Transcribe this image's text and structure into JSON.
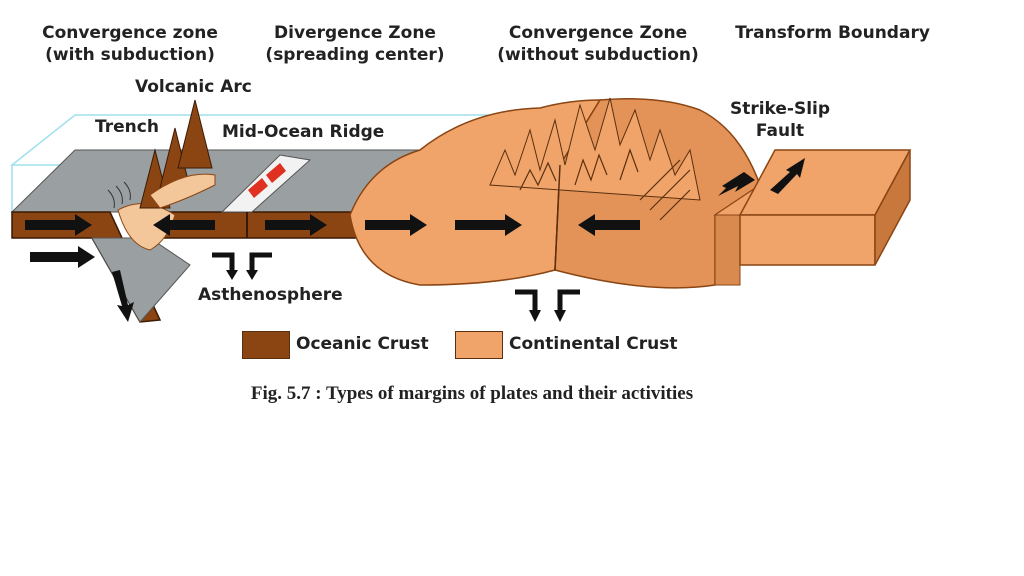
{
  "labels": {
    "convergence_sub_line1": "Convergence zone",
    "convergence_sub_line2": "(with subduction)",
    "divergence_line1": "Divergence Zone",
    "divergence_line2": "(spreading center)",
    "convergence_nosub_line1": "Convergence Zone",
    "convergence_nosub_line2": "(without subduction)",
    "transform": "Transform Boundary",
    "volcanic_arc": "Volcanic Arc",
    "trench": "Trench",
    "mid_ocean_ridge": "Mid-Ocean Ridge",
    "strike_slip_line1": "Strike-Slip",
    "strike_slip_line2": "Fault",
    "asthenosphere": "Asthenosphere"
  },
  "legend": [
    {
      "label": "Oceanic Crust",
      "color": "#8b4513"
    },
    {
      "label": "Continental Crust",
      "color": "#f0a46a"
    }
  ],
  "caption": "Fig. 5.7 : Types of margins of plates and their activities",
  "colors": {
    "oceanic": "#8b4513",
    "continental": "#f0a46a",
    "continental_dark": "#d98a4e",
    "sea_surface": "#9aa0a2",
    "water_edge": "#9fe0ee",
    "mantle_wedge": "#f4c79a",
    "arrow": "#111111"
  }
}
